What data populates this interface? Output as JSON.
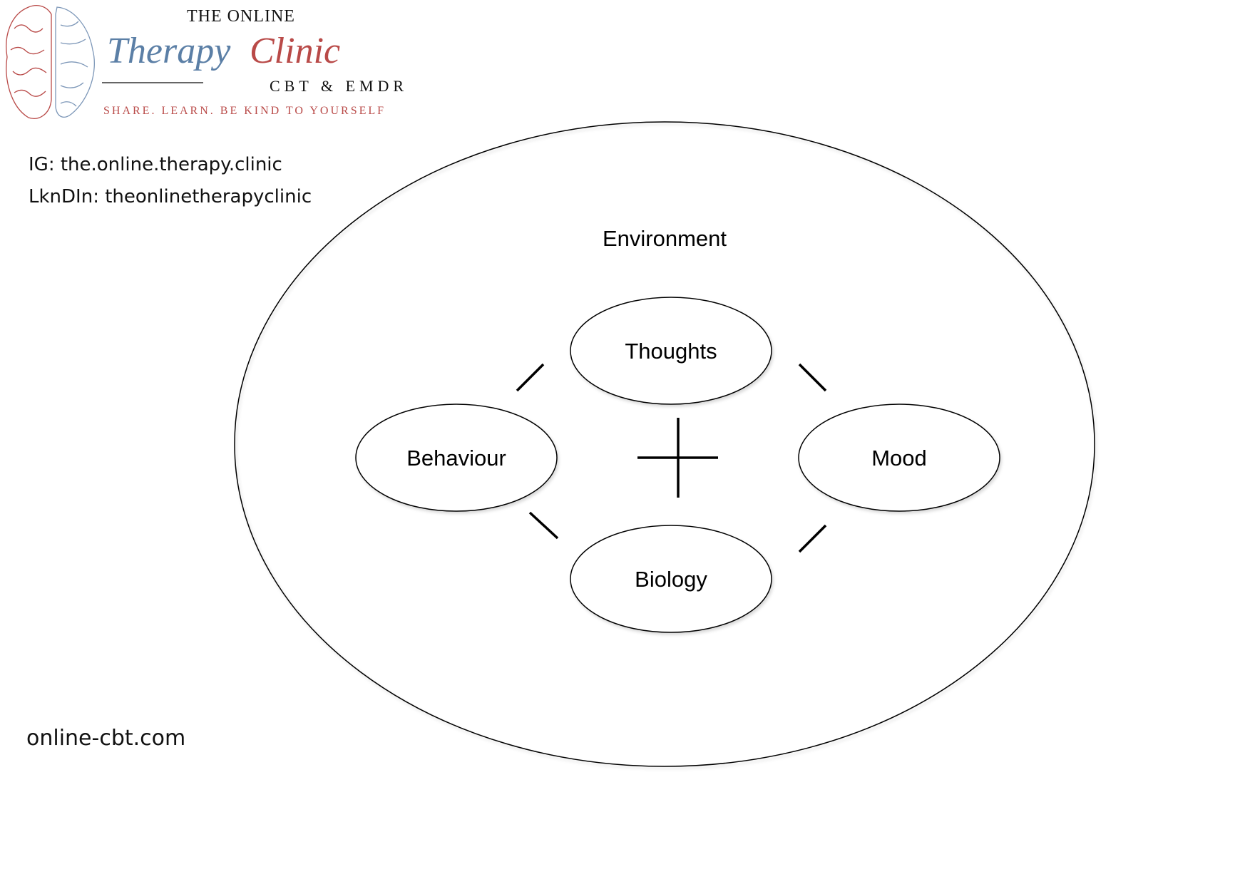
{
  "logo": {
    "line1": "THE ONLINE",
    "word1": "Therapy",
    "word2": "Clinic",
    "line3": "CBT & EMDR",
    "tagline": "SHARE.  LEARN.  BE  KIND TO YOURSELF",
    "colors": {
      "blue": "#5b7fa6",
      "red": "#b94a48"
    }
  },
  "contacts": {
    "instagram": "IG: the.online.therapy.clinic",
    "linkedin": "LknDIn: theonlinetherapyclinic",
    "website": "online-cbt.com"
  },
  "diagram": {
    "outer_label": "Environment",
    "nodes": {
      "thoughts": "Thoughts",
      "behaviour": "Behaviour",
      "mood": "Mood",
      "biology": "Biology"
    }
  }
}
